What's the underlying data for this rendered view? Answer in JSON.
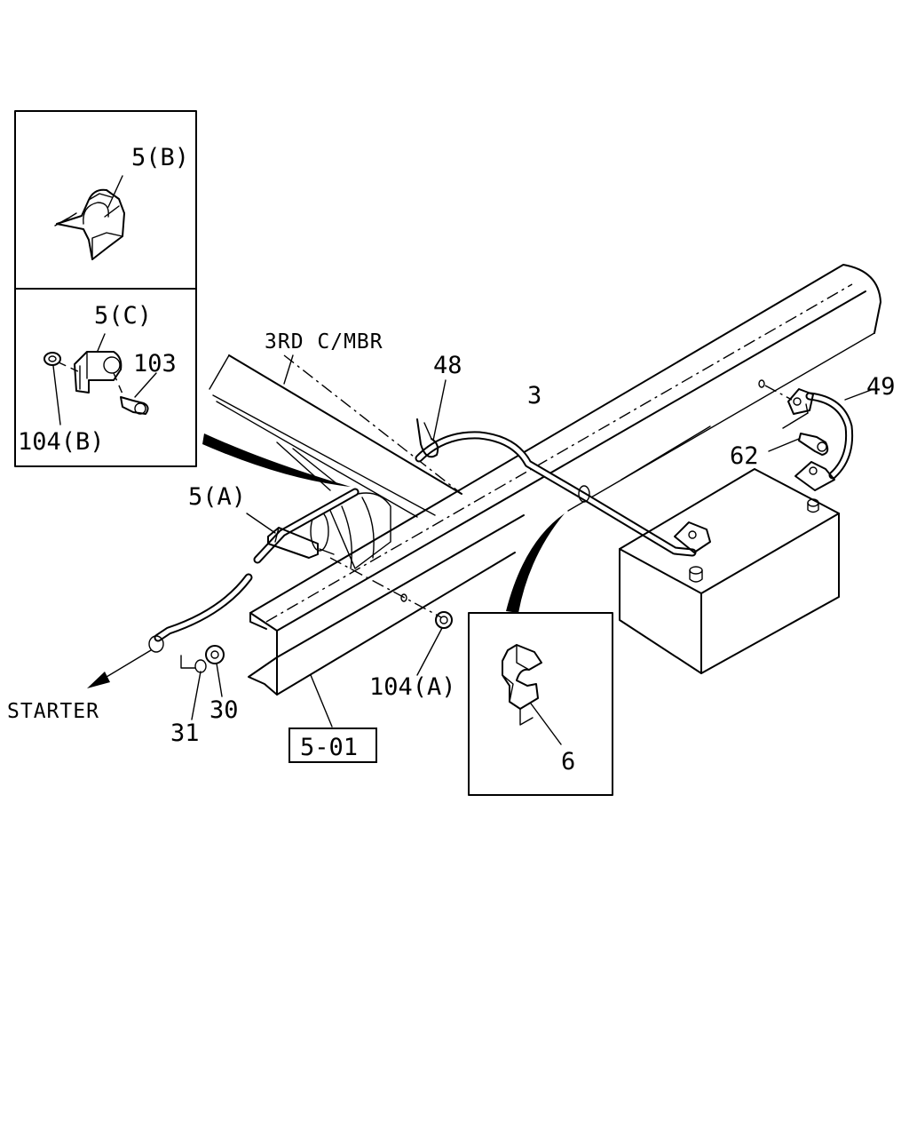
{
  "diagram": {
    "callouts": {
      "clip_5b": "5(B)",
      "clip_5c": "5(C)",
      "bolt_103": "103",
      "nut_104b": "104(B)",
      "frame_member": "3RD C/MBR",
      "clip_48": "48",
      "cable_3": "3",
      "cable_49": "49",
      "bolt_62": "62",
      "clip_5a": "5(A)",
      "starter": "STARTER",
      "washer_31": "31",
      "nut_30": "30",
      "ref_page": "5-01",
      "nut_104a": "104(A)",
      "clip_6": "6"
    }
  }
}
